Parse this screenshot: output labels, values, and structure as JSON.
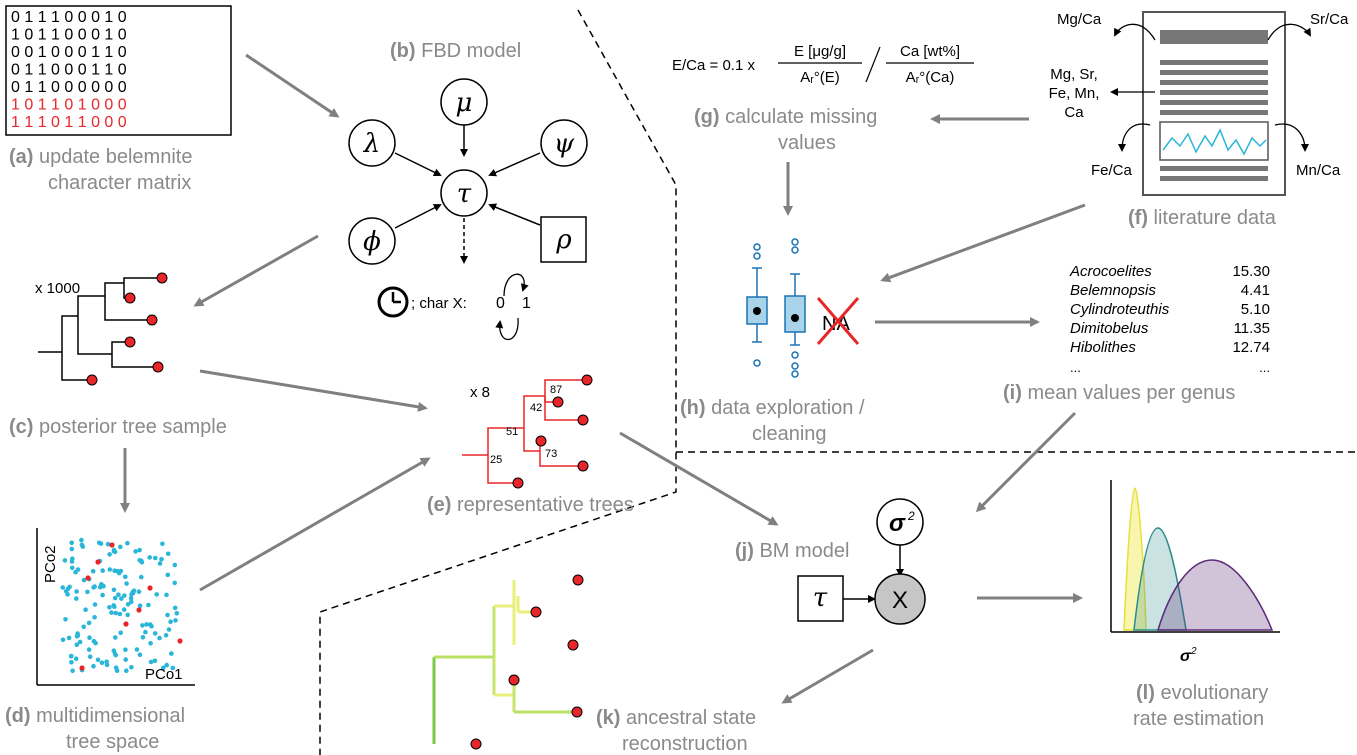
{
  "panels": {
    "a": {
      "letter": "(a)",
      "text1": " update belemnite",
      "text2": "character matrix"
    },
    "b": {
      "letter": "(b)",
      "text": " FBD model"
    },
    "c": {
      "letter": "(c)",
      "text": " posterior tree sample"
    },
    "d": {
      "letter": "(d)",
      "text1": " multidimensional",
      "text2": "tree space"
    },
    "e": {
      "letter": "(e)",
      "text": " representative trees"
    },
    "f": {
      "letter": "(f)",
      "text": " literature data"
    },
    "g": {
      "letter": "(g)",
      "text1": " calculate missing",
      "text2": "values"
    },
    "h": {
      "letter": "(h)",
      "text1": " data exploration /",
      "text2": "cleaning"
    },
    "i": {
      "letter": "(i)",
      "text": " mean values per genus"
    },
    "j": {
      "letter": "(j)",
      "text": " BM model"
    },
    "k": {
      "letter": "(k)",
      "text1": " ancestral state",
      "text2": "reconstruction"
    },
    "l": {
      "letter": "(l)",
      "text1": " evolutionary",
      "text2": "rate estimation"
    }
  },
  "matrix": {
    "rows": [
      "0 1 1 1 0 0 0 1 0",
      "1 0 1 1 0 0 0 1 0",
      "0 0 1 0 0 0 1 1 0",
      "0 1 1 0 0 0 1 1 0",
      "0 1 1 0 0 0 0 0 0",
      "1 0 1 1 0 1 0 0 0",
      "1 1 1 0 1 1 0 0 0"
    ],
    "row_colors": [
      "#000000",
      "#000000",
      "#000000",
      "#000000",
      "#000000",
      "#e8262a",
      "#e8262a"
    ]
  },
  "fbd": {
    "mu": "μ",
    "lambda": "λ",
    "psi": "ψ",
    "phi": "ϕ",
    "tau": "τ",
    "rho": "ρ",
    "char_text": "; char X:",
    "state0": "0",
    "state1": "1"
  },
  "tree_sample": {
    "multiplier": "x 1000"
  },
  "rep_trees": {
    "multiplier": "x 8",
    "support": [
      "87",
      "42",
      "51",
      "73",
      "25"
    ]
  },
  "pcoa": {
    "xlabel": "PCo1",
    "ylabel": "PCo2"
  },
  "formula": {
    "lhs": "E/Ca = 0.1 x",
    "num1": "E [μg/g]",
    "den1": "Aᵣ°(E)",
    "num2": "Ca [wt%]",
    "den2": "Aᵣ°(Ca)"
  },
  "literature": {
    "mgca": "Mg/Ca",
    "srca": "Sr/Ca",
    "feca": "Fe/Ca",
    "mnca": "Mn/Ca",
    "elements": [
      "Mg, Sr,",
      "Fe, Mn,",
      "Ca"
    ]
  },
  "exploration": {
    "na": "NA"
  },
  "genus_table": {
    "rows": [
      {
        "genus": "Acrocoelites",
        "value": "15.30"
      },
      {
        "genus": "Belemnopsis",
        "value": "4.41"
      },
      {
        "genus": "Cylindroteuthis",
        "value": "5.10"
      },
      {
        "genus": "Dimitobelus",
        "value": "11.35"
      },
      {
        "genus": "Hibolithes",
        "value": "12.74"
      }
    ],
    "ellipsis_left": "...",
    "ellipsis_right": "..."
  },
  "bm": {
    "sigma": "σ",
    "sup": "2",
    "tau": "τ",
    "x": "X"
  },
  "rates": {
    "xlabel_sigma": "σ",
    "xlabel_sup": "2"
  },
  "colors": {
    "label_grey": "#8a8a8a",
    "arrow_grey": "#808080",
    "red": "#e8262a",
    "cyan": "#29b6d9",
    "box_blue": "#1a73b6",
    "box_fill": "#a9d3e8",
    "yellow": "#f2ee6c",
    "teal": "#2a8c8a",
    "purple": "#5b2a78"
  }
}
